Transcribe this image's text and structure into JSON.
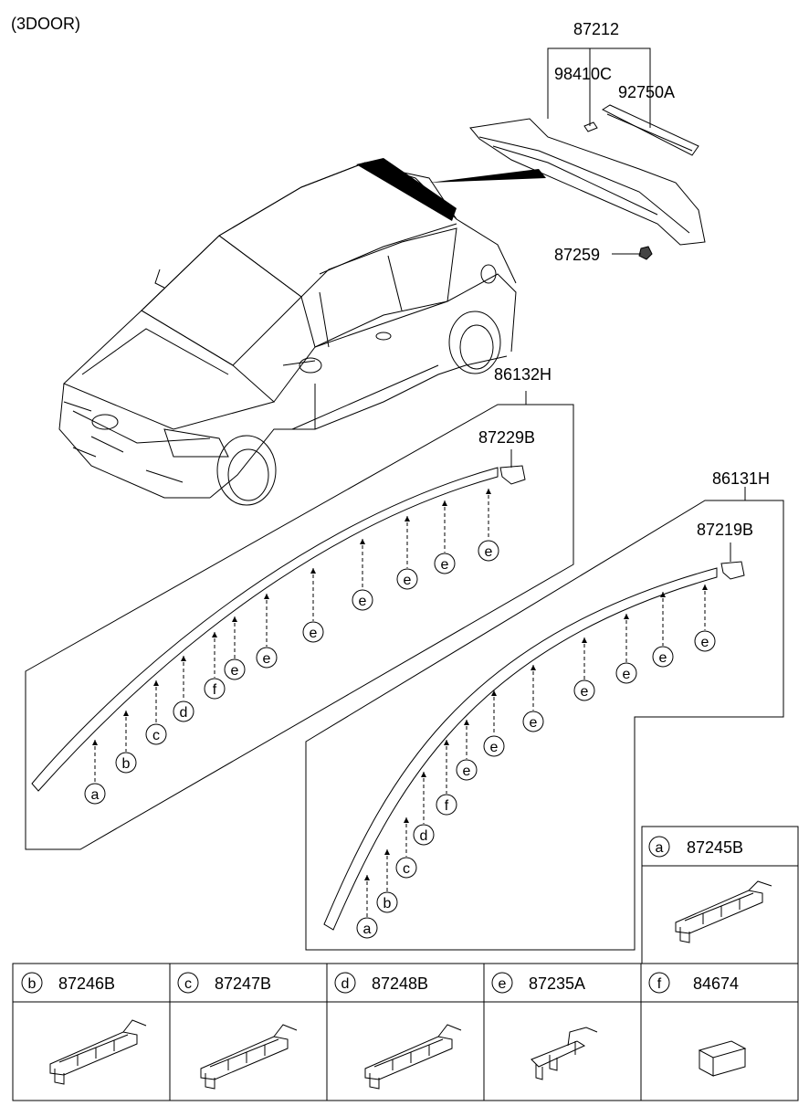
{
  "header": {
    "title": "(3DOOR)"
  },
  "parts": {
    "spoiler": "87212",
    "spoiler_clip": "98410C",
    "spoiler_tape": "92750A",
    "spoiler_nut": "87259",
    "molding_left": "86132H",
    "molding_left_cap": "87229B",
    "molding_right": "86131H",
    "molding_right_cap": "87219B"
  },
  "legend": {
    "a": {
      "letter": "a",
      "part": "87245B"
    },
    "b": {
      "letter": "b",
      "part": "87246B"
    },
    "c": {
      "letter": "c",
      "part": "87247B"
    },
    "d": {
      "letter": "d",
      "part": "87248B"
    },
    "e": {
      "letter": "e",
      "part": "87235A"
    },
    "f": {
      "letter": "f",
      "part": "84674"
    }
  },
  "callouts": {
    "left": [
      {
        "letter": "a"
      },
      {
        "letter": "b"
      },
      {
        "letter": "c"
      },
      {
        "letter": "d"
      },
      {
        "letter": "f"
      },
      {
        "letter": "e"
      },
      {
        "letter": "e"
      },
      {
        "letter": "e"
      },
      {
        "letter": "e"
      },
      {
        "letter": "e"
      },
      {
        "letter": "e"
      },
      {
        "letter": "e"
      }
    ],
    "right": [
      {
        "letter": "a"
      },
      {
        "letter": "b"
      },
      {
        "letter": "c"
      },
      {
        "letter": "d"
      },
      {
        "letter": "f"
      },
      {
        "letter": "e"
      },
      {
        "letter": "e"
      },
      {
        "letter": "e"
      },
      {
        "letter": "e"
      },
      {
        "letter": "e"
      },
      {
        "letter": "e"
      },
      {
        "letter": "e"
      }
    ]
  }
}
